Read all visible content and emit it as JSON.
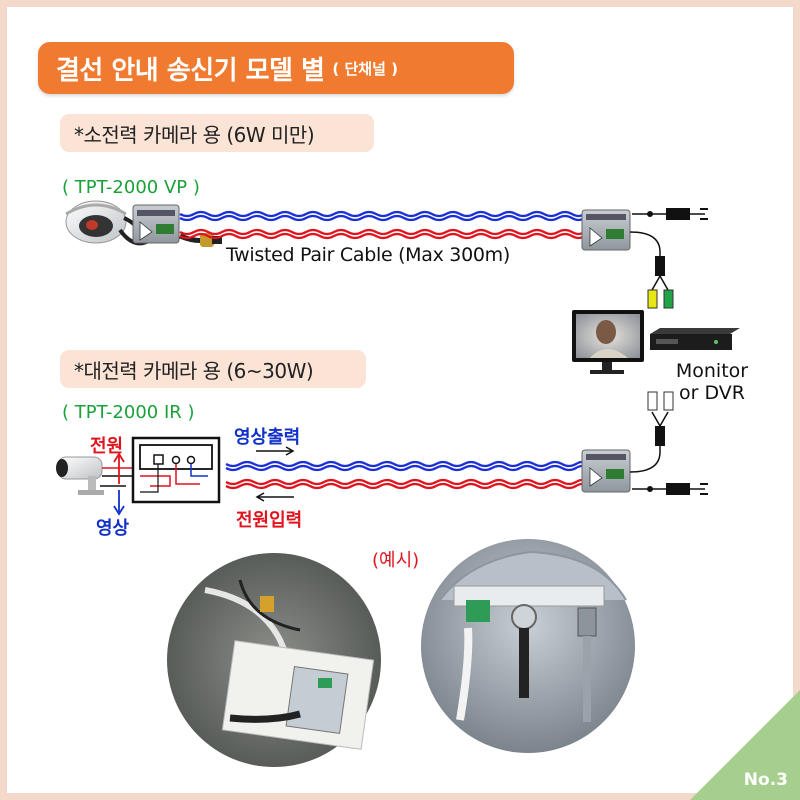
{
  "title": {
    "main": "결선 안내 송신기 모델 별",
    "sub": "( 단채널 )"
  },
  "section_low": {
    "label": "*소전력 카메라 용 (6W 미만)",
    "model": "( TPT-2000 VP )"
  },
  "cable_label": "Twisted Pair Cable (Max 300m)",
  "monitor_label": [
    "Monitor",
    "or DVR"
  ],
  "section_high": {
    "label": "*대전력 카메라 용 (6~30W)",
    "model": "( TPT-2000 IR )",
    "power_label": "전원",
    "video_label": "영상",
    "video_out_label": "영상출력",
    "power_in_label": "전원입력"
  },
  "example_label": "(예시)",
  "page_number": "No.3",
  "colors": {
    "accent": "#f07a2f",
    "pill_bg": "#fbe3d6",
    "wire_blue": "#1b2fd6",
    "wire_red": "#e0141e",
    "model_green": "#1aa23a",
    "corner_green": "#a6cf8f"
  }
}
